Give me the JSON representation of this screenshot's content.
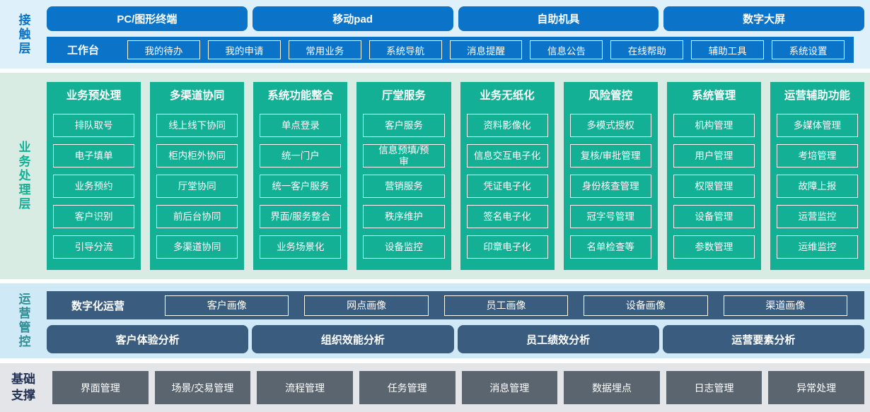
{
  "colors": {
    "accent_blue": "#0b74c9",
    "green": "#14b096",
    "navy": "#3a5c7e",
    "slate_gray": "#5b6570",
    "teal_label": "#2e8e93",
    "foundation_label": "#223052"
  },
  "layers": {
    "contact": {
      "label": "接触层",
      "devices": [
        "PC/图形终端",
        "移动pad",
        "自助机具",
        "数字大屏"
      ],
      "workbench": {
        "label": "工作台",
        "items": [
          "我的待办",
          "我的申请",
          "常用业务",
          "系统导航",
          "消息提醒",
          "信息公告",
          "在线帮助",
          "辅助工具",
          "系统设置"
        ]
      }
    },
    "business": {
      "label": "业务处理层",
      "columns": [
        {
          "title": "业务预处理",
          "items": [
            "排队取号",
            "电子填单",
            "业务预约",
            "客户识别",
            "引导分流"
          ]
        },
        {
          "title": "多渠道协同",
          "items": [
            "线上线下协同",
            "柜内柜外协同",
            "厅堂协同",
            "前后台协同",
            "多渠道协同"
          ]
        },
        {
          "title": "系统功能整合",
          "items": [
            "单点登录",
            "统一门户",
            "统一客户服务",
            "界面/服务整合",
            "业务场景化"
          ]
        },
        {
          "title": "厅堂服务",
          "items": [
            "客户服务",
            "信息预填/预审",
            "营销服务",
            "秩序维护",
            "设备监控"
          ]
        },
        {
          "title": "业务无纸化",
          "items": [
            "资料影像化",
            "信息交互电子化",
            "凭证电子化",
            "签名电子化",
            "印章电子化"
          ]
        },
        {
          "title": "风险管控",
          "items": [
            "多模式授权",
            "复核/审批管理",
            "身份核查管理",
            "冠字号管理",
            "名单检查等"
          ]
        },
        {
          "title": "系统管理",
          "items": [
            "机构管理",
            "用户管理",
            "权限管理",
            "设备管理",
            "参数管理"
          ]
        },
        {
          "title": "运营辅助功能",
          "items": [
            "多媒体管理",
            "考培管理",
            "故障上报",
            "运营监控",
            "运维监控"
          ]
        }
      ]
    },
    "operations": {
      "label": "运营管控",
      "digital_ops": {
        "label": "数字化运营",
        "items": [
          "客户画像",
          "网点画像",
          "员工画像",
          "设备画像",
          "渠道画像"
        ]
      },
      "analysis": [
        "客户体验分析",
        "组织效能分析",
        "员工绩效分析",
        "运营要素分析"
      ]
    },
    "foundation": {
      "label": "基础支撑",
      "items": [
        "界面管理",
        "场景/交易管理",
        "流程管理",
        "任务管理",
        "消息管理",
        "数据埋点",
        "日志管理",
        "异常处理"
      ]
    }
  }
}
